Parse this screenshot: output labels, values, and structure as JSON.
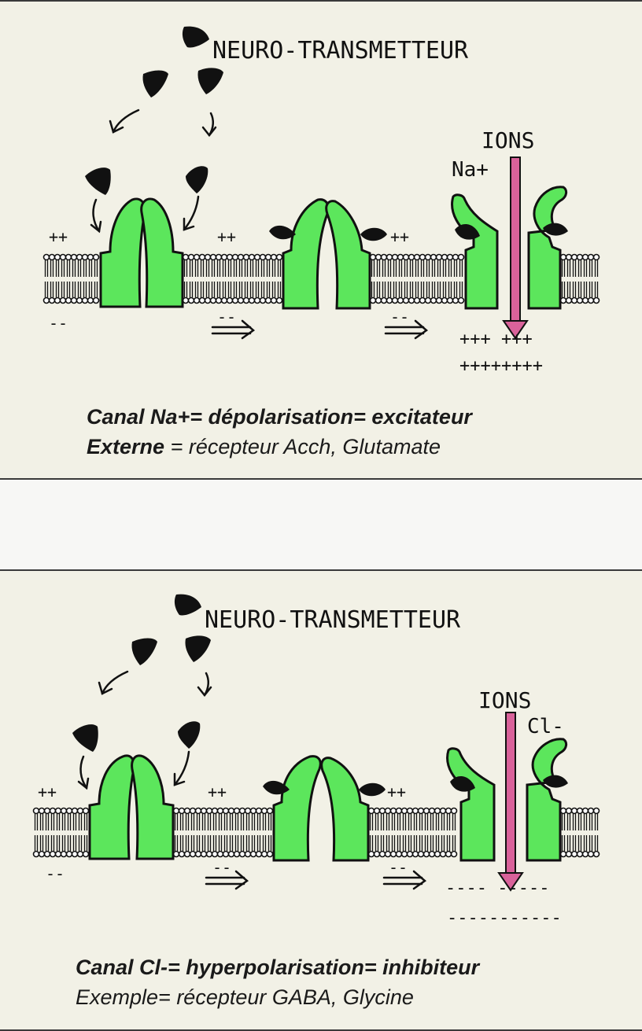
{
  "top": {
    "neurotransmitter_label": "NEURO-TRANSMETTEUR",
    "ions_label": "IONS",
    "ion_symbol": "Na+",
    "charges_left_top": "++",
    "charges_left_bottom": "--",
    "charges_mid1_top": "++",
    "charges_mid1_bottom": "--",
    "charges_mid2_top": "++",
    "charges_mid2_bottom": "--",
    "charges_ion_row1": "+++ +++",
    "charges_ion_row2": "++++++++",
    "caption_line1": "Canal Na+= dépolarisation= excitateur",
    "caption_line2_bold": "Externe",
    "caption_line2_rest": " = récepteur Acch, Glutamate"
  },
  "bottom": {
    "neurotransmitter_label": "NEURO-TRANSMETTEUR",
    "ions_label": "IONS",
    "ion_symbol": "Cl-",
    "charges_left_top": "++",
    "charges_left_bottom": "--",
    "charges_mid1_top": "++",
    "charges_mid1_bottom": "--",
    "charges_mid2_top": "++",
    "charges_mid2_bottom": "--",
    "charges_ion_row1": "---- -----",
    "charges_ion_row2": "-----------",
    "caption_line1": "Canal Cl-= hyperpolarisation= inhibiteur",
    "caption_line2": "Exemple= récepteur GABA, Glycine"
  },
  "colors": {
    "channel_green": "#5ce65c",
    "ion_arrow_pink": "#d9629a",
    "panel_background": "#f2f1e6",
    "ink": "#111111"
  }
}
